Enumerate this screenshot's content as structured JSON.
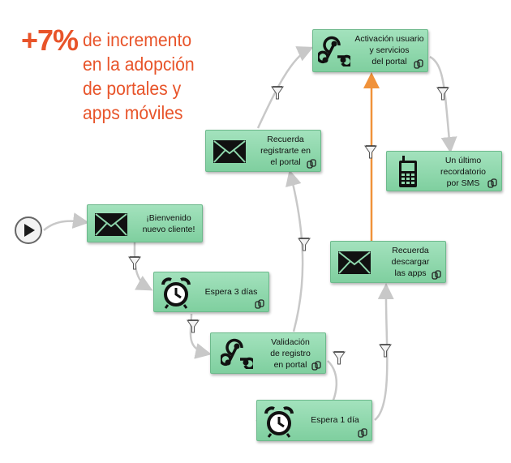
{
  "headline": {
    "percent": "+7%",
    "description": "de incremento\nen la adopción\nde portales y\napps móviles"
  },
  "nodes": [
    {
      "id": "welcome",
      "label": "¡Bienvenido\nnuevo cliente!",
      "icon": "envelope-icon"
    },
    {
      "id": "wait3",
      "label": "Espera 3 días",
      "icon": "alarm-clock-icon"
    },
    {
      "id": "validation",
      "label": "Validación\nde registro\nen portal",
      "icon": "webhook-icon"
    },
    {
      "id": "wait1",
      "label": "Espera 1 día",
      "icon": "alarm-clock-icon"
    },
    {
      "id": "remind-register",
      "label": "Recuerda\nregistrarte en\nel portal",
      "icon": "envelope-icon"
    },
    {
      "id": "remind-download",
      "label": "Recuerda\ndescargar\nlas apps",
      "icon": "envelope-icon"
    },
    {
      "id": "activation",
      "label": "Activación usuario\ny servicios\ndel portal",
      "icon": "webhook-icon"
    },
    {
      "id": "sms",
      "label": "Un último\nrecordatorio\npor SMS",
      "icon": "mobile-phone-icon"
    }
  ],
  "colors": {
    "headline": "#e8542a",
    "node_fill": "#8fd8ad",
    "connector": "#c8c8c8",
    "highlight_connector": "#f0923a"
  }
}
